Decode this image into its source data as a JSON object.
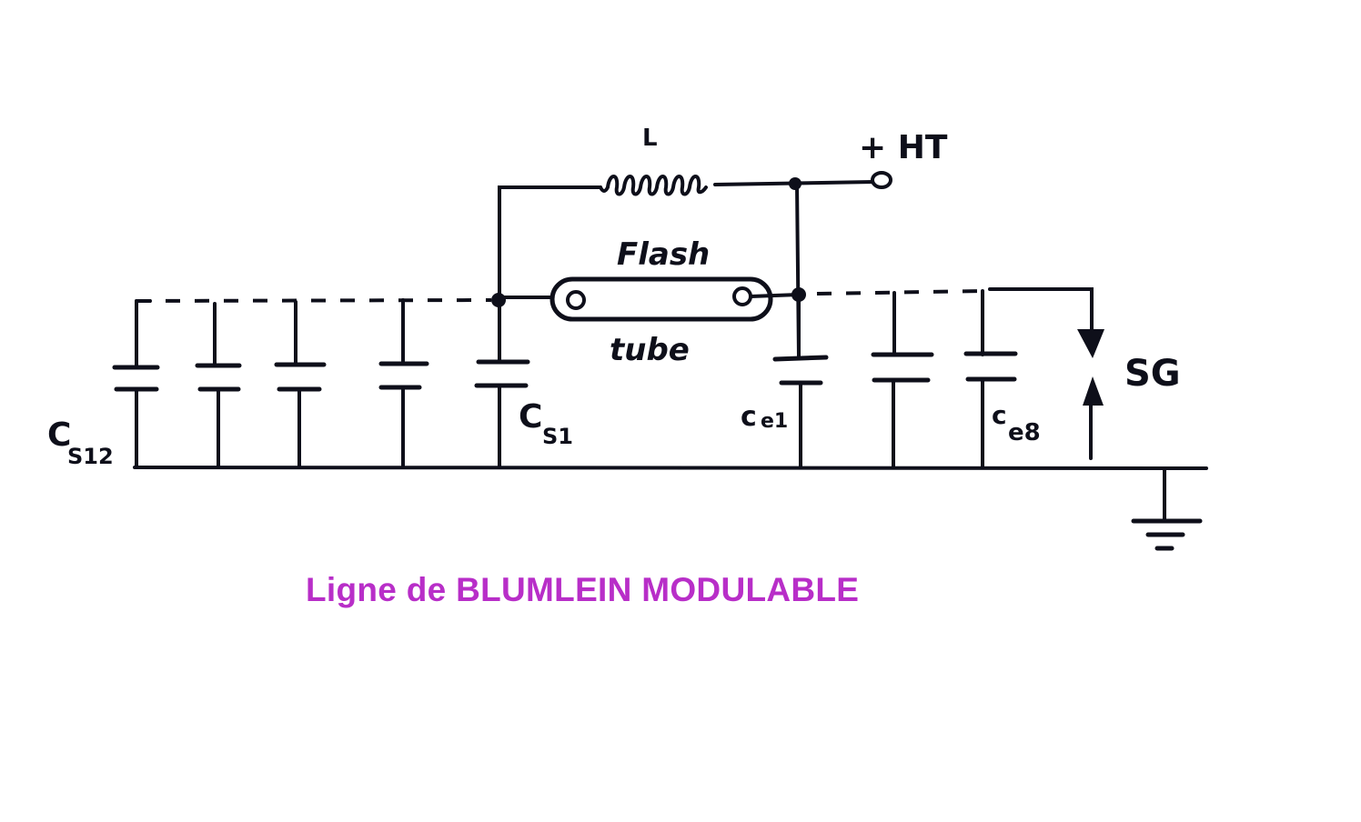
{
  "diagram": {
    "title": "Ligne de BLUMLEIN MODULABLE",
    "labels": {
      "inductor": "L",
      "supply": "+ HT",
      "flash_top": "Flash",
      "flash_bottom": "tube",
      "spark_gap": "SG"
    },
    "capacitors_left": {
      "label_first_main": "C",
      "label_first_sub": "S1",
      "label_last_main": "C",
      "label_last_sub": "S12",
      "count_drawn": 5
    },
    "capacitors_right": {
      "label_first_main": "c",
      "label_first_sub": "e1",
      "label_last_main": "c",
      "label_last_sub": "e8",
      "count_drawn": 3
    },
    "colors": {
      "ink": "#0e0f1a",
      "caption": "#b82ec8",
      "background": "#ffffff"
    }
  }
}
